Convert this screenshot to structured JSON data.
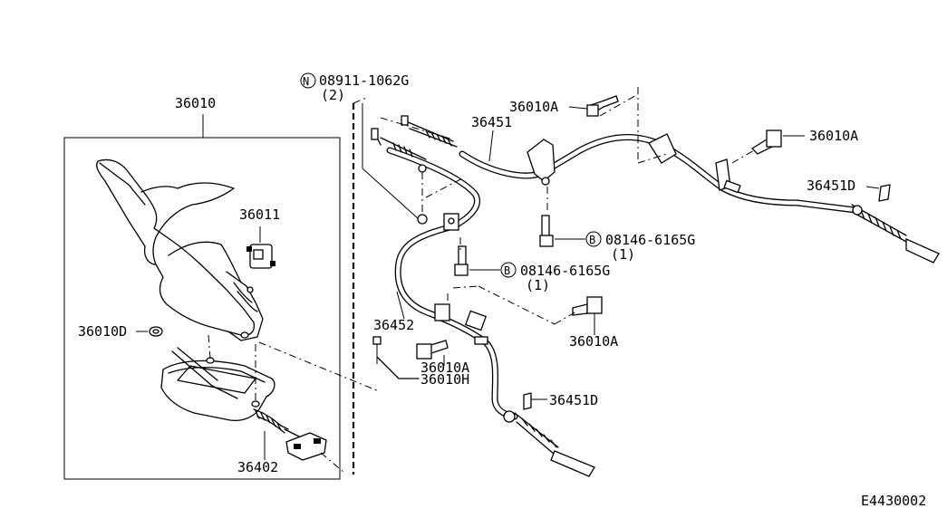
{
  "diagram_code": "E4430002",
  "labels": {
    "assy_36010": "36010",
    "part_36011": "36011",
    "part_36010D": "36010D",
    "part_36402": "36402",
    "nut_code": "08911-1062G",
    "nut_qty": "(2)",
    "nut_symbol": "N",
    "bolt_36010A_top": "36010A",
    "bolt_36010A_right": "36010A",
    "bolt_36010A_mid": "36010A",
    "bolt_36010A_low": "36010A",
    "part_36010H": "36010H",
    "cable_36451": "36451",
    "cable_36452": "36452",
    "clip_36451D_right": "36451D",
    "clip_36451D_low": "36451D",
    "bolt_b1_code": "08146-6165G",
    "bolt_b1_qty": "(1)",
    "bolt_b2_code": "08146-6165G",
    "bolt_b2_qty": "(1)",
    "bolt_symbol": "B"
  }
}
